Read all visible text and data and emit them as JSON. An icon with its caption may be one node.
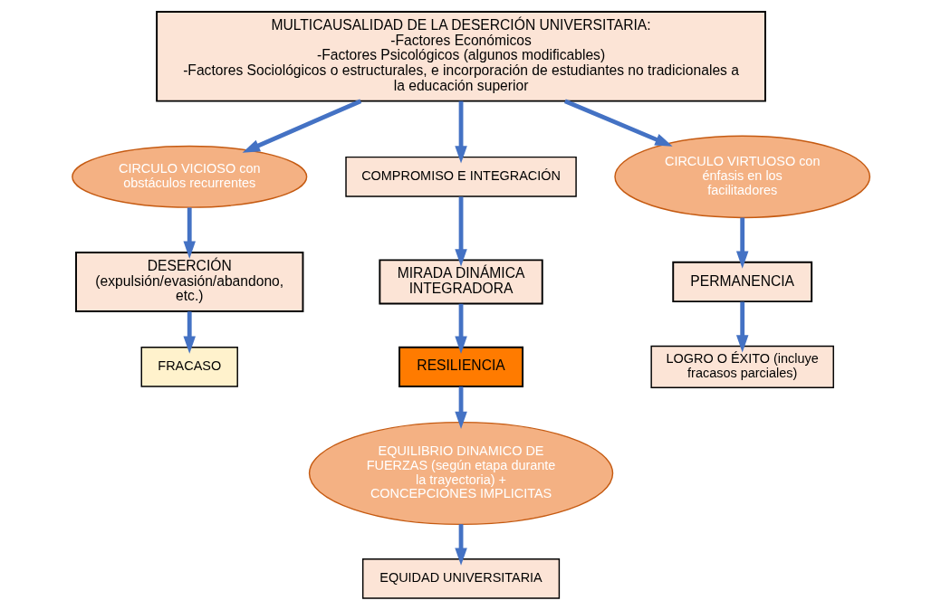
{
  "diagram": {
    "nodes": [
      {
        "text": [
          "MULTICAUSALIDAD DE LA DESERCIÓN UNIVERSITARIA:",
          "-Factores Económicos",
          "-Factores Psicológicos (algunos modificables)",
          "-Factores Sociológicos o estructurales, e incorporación de estudiantes no tradicionales a la educación superior"
        ]
      },
      {
        "text": [
          "CIRCULO VICIOSO con obstáculos recurrentes"
        ]
      },
      {
        "text": [
          "COMPROMISO E INTEGRACIÓN"
        ]
      },
      {
        "text": [
          "CIRCULO VIRTUOSO con énfasis en los facilitadores"
        ]
      },
      {
        "text": [
          "MIRADA DINÁMICA INTEGRADORA"
        ]
      },
      {
        "text": [
          "DESERCIÓN (expulsión/evasión/abandono, etc.)"
        ]
      },
      {
        "text": [
          "RESILIENCIA"
        ]
      },
      {
        "text": [
          "PERMANENCIA"
        ]
      },
      {
        "text": [
          "EQUILIBRIO DINAMICO DE FUERZAS (según etapa durante la trayectoria) + CONCEPCIONES IMPLICITAS"
        ]
      },
      {
        "text": [
          "FRACASO"
        ]
      },
      {
        "text": [
          "LOGRO O ÉXITO (incluye fracasos parciales)"
        ]
      },
      {
        "text": [
          "EQUIDAD UNIVERSITARIA"
        ]
      }
    ],
    "edges": [
      {
        "from": 0,
        "to": 1,
        "arrow": "to"
      },
      {
        "from": 0,
        "to": 2,
        "arrow": "to"
      },
      {
        "from": 0,
        "to": 3,
        "arrow": "to"
      },
      {
        "from": 1,
        "to": 5,
        "arrow": "to"
      },
      {
        "from": 2,
        "to": 4,
        "arrow": "to"
      },
      {
        "from": 3,
        "to": 7,
        "arrow": "to"
      },
      {
        "from": 5,
        "to": 9,
        "arrow": "to"
      },
      {
        "from": 4,
        "to": 6,
        "arrow": "to"
      },
      {
        "from": 7,
        "to": 10,
        "arrow": "to"
      },
      {
        "from": 6,
        "to": 8,
        "arrow": "to"
      },
      {
        "from": 8,
        "to": 11,
        "arrow": "to"
      }
    ]
  }
}
